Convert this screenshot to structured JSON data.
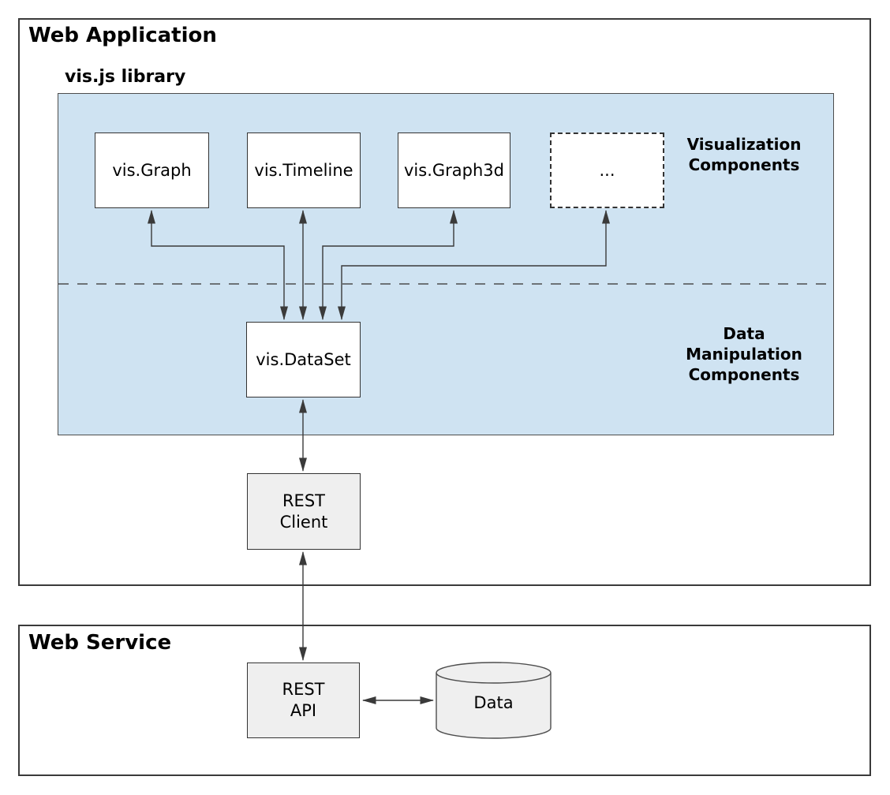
{
  "colors": {
    "panel_blue": "#cfe3f2",
    "box_gray": "#efefef",
    "box_white": "#ffffff",
    "line": "#3a3a3a",
    "text": "#000000"
  },
  "web_application": {
    "title": "Web Application",
    "visjs_library_label": "vis.js library",
    "visualization_components": [
      "vis.Graph",
      "vis.Timeline",
      "vis.Graph3d",
      "..."
    ],
    "section_labels": {
      "visualization": "Visualization\nComponents",
      "data_manipulation": "Data\nManipulation\nComponents"
    },
    "dataset_label": "vis.DataSet",
    "rest_client_label": "REST\nClient"
  },
  "web_service": {
    "title": "Web Service",
    "rest_api_label": "REST\nAPI",
    "data_store_label": "Data"
  }
}
